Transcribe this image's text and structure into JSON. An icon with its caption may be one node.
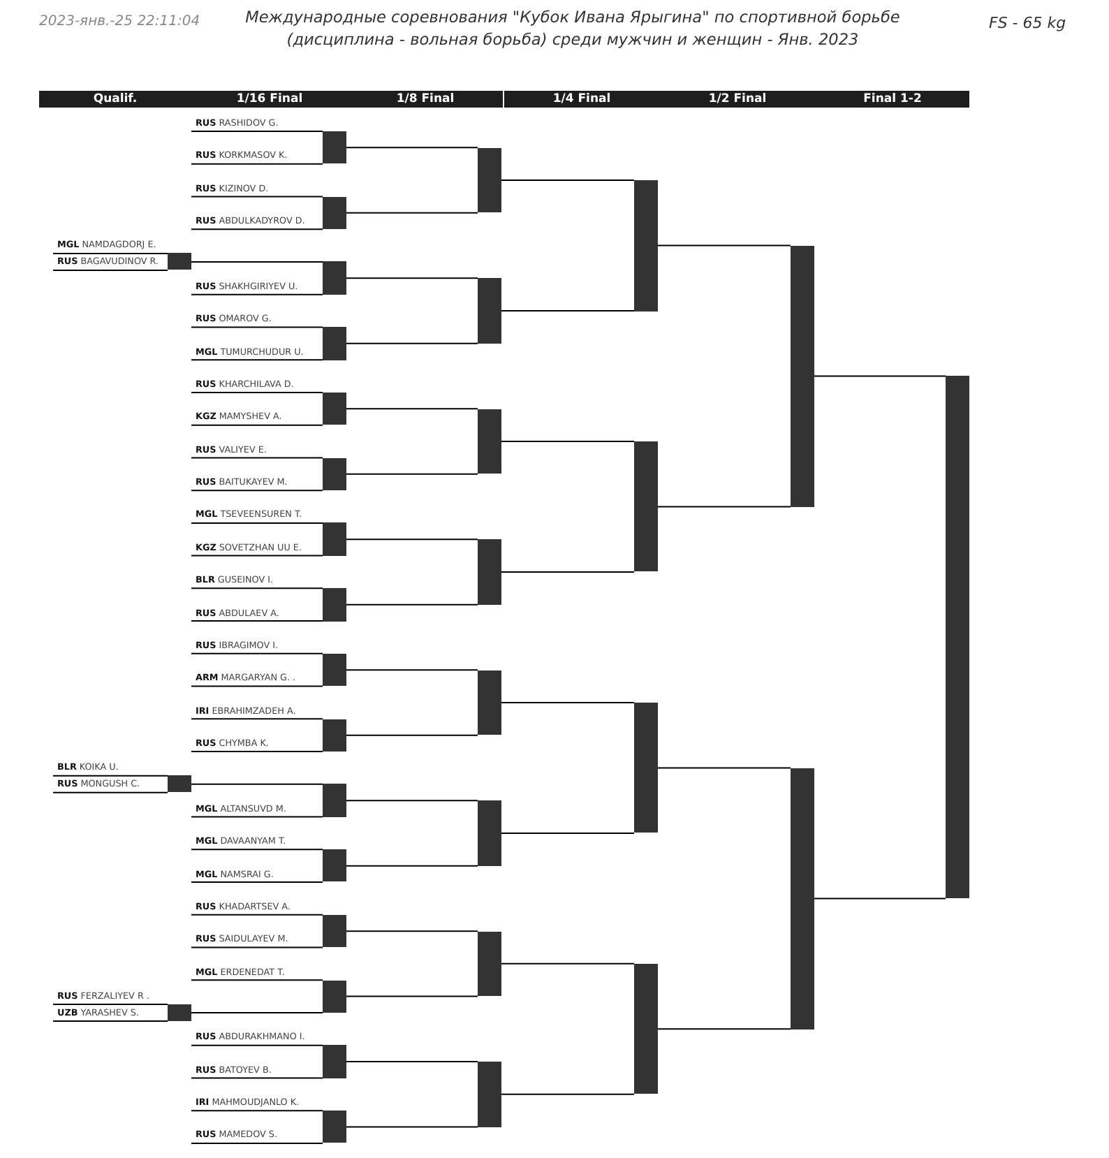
{
  "diagram": {
    "title": "Международные соревнования \"Кубок Ивана Ярыгина\" по спортивной борьбе (дисциплина - вольная борьба) среди мужчин и женщин - Янв. 2023",
    "labels": [
      "2023-янв.-25 22:11:04",
      "FS - 65 kg",
      "Qualif.",
      "1/16 Final",
      "1/8 Final",
      "1/4 Final",
      "1/2 Final",
      "Final 1-2"
    ],
    "nodes": [
      {
        "text": [
          "**RUS** RASHIDOV G."
        ]
      },
      {
        "text": [
          "**RUS** KORKMASOV K."
        ]
      },
      {
        "text": [
          "**RUS** KIZINOV D."
        ]
      },
      {
        "text": [
          "**RUS** ABDULKADYROV D."
        ]
      },
      {
        "text": [
          "**MGL** NAMDAGDORJ E."
        ]
      },
      {
        "text": [
          "**RUS** BAGAVUDINOV R."
        ]
      },
      {
        "text": [
          "**RUS** SHAKHGIRIYEV U."
        ]
      },
      {
        "text": [
          "**RUS** OMAROV G."
        ]
      },
      {
        "text": [
          "**MGL** TUMURCHUDUR U."
        ]
      },
      {
        "text": [
          "**RUS** KHARCHILAVA D."
        ]
      },
      {
        "text": [
          "**KGZ** MAMYSHEV A."
        ]
      },
      {
        "text": [
          "**RUS** VALIYEV E."
        ]
      },
      {
        "text": [
          "**RUS** BAITUKAYEV M."
        ]
      },
      {
        "text": [
          "**MGL** TSEVEENSUREN T."
        ]
      },
      {
        "text": [
          "**KGZ** SOVETZHAN UU E."
        ]
      },
      {
        "text": [
          "**BLR** GUSEINOV I."
        ]
      },
      {
        "text": [
          "**RUS** ABDULAEV A."
        ]
      },
      {
        "text": [
          "**RUS** IBRAGIMOV I."
        ]
      },
      {
        "text": [
          "**ARM** MARGARYAN G. ."
        ]
      },
      {
        "text": [
          "**IRI** EBRAHIMZADEH A."
        ]
      },
      {
        "text": [
          "**RUS** CHYMBA K."
        ]
      },
      {
        "text": [
          "**BLR** KOIKA U."
        ]
      },
      {
        "text": [
          "**RUS** MONGUSH C."
        ]
      },
      {
        "text": [
          "**MGL** ALTANSUVD M."
        ]
      },
      {
        "text": [
          "**MGL** DAVAANYAM T."
        ]
      },
      {
        "text": [
          "**MGL** NAMSRAI G."
        ]
      },
      {
        "text": [
          "**RUS** KHADARTSEV A."
        ]
      },
      {
        "text": [
          "**RUS** SAIDULAYEV M."
        ]
      },
      {
        "text": [
          "**MGL** ERDENEDAT T."
        ]
      },
      {
        "text": [
          "**RUS** FERZALIYEV R ."
        ]
      },
      {
        "text": [
          "**UZB** YARASHEV S."
        ]
      },
      {
        "text": [
          "**RUS** ABDURAKHMANO I."
        ]
      },
      {
        "text": [
          "**RUS** BATOYEV B."
        ]
      },
      {
        "text": [
          "**IRI** MAHMOUDJANLO K."
        ]
      },
      {
        "text": [
          "**RUS** MAMEDOV S."
        ]
      },
      {
        "text": [],
        "shape": "bar"
      },
      {
        "text": [],
        "shape": "bar"
      },
      {
        "text": [],
        "shape": "bar"
      },
      {
        "text": [],
        "shape": "bar"
      },
      {
        "text": [],
        "shape": "bar"
      },
      {
        "text": [],
        "shape": "bar"
      },
      {
        "text": [],
        "shape": "bar"
      },
      {
        "text": [],
        "shape": "bar"
      },
      {
        "text": [],
        "shape": "bar"
      },
      {
        "text": [],
        "shape": "bar"
      },
      {
        "text": [],
        "shape": "bar"
      },
      {
        "text": [],
        "shape": "bar"
      },
      {
        "text": [],
        "shape": "bar"
      },
      {
        "text": [],
        "shape": "bar"
      },
      {
        "text": [],
        "shape": "bar"
      },
      {
        "text": [],
        "shape": "bar"
      },
      {
        "text": [],
        "shape": "bar"
      },
      {
        "text": [],
        "shape": "bar"
      },
      {
        "text": [],
        "shape": "bar"
      },
      {
        "text": [],
        "shape": "bar"
      },
      {
        "text": [],
        "shape": "bar"
      },
      {
        "text": [],
        "shape": "bar"
      },
      {
        "text": [],
        "shape": "bar"
      },
      {
        "text": [],
        "shape": "bar"
      },
      {
        "text": [],
        "shape": "bar"
      },
      {
        "text": [],
        "shape": "bar"
      },
      {
        "text": [],
        "shape": "bar"
      },
      {
        "text": [],
        "shape": "bar"
      },
      {
        "text": [],
        "shape": "bar"
      },
      {
        "text": [],
        "shape": "bar"
      },
      {
        "text": [],
        "shape": "bar"
      },
      {
        "text": [],
        "shape": "bar"
      },
      {
        "text": [],
        "shape": "bar"
      },
      {
        "text": [],
        "shape": "bar"
      }
    ],
    "edges": [
      {
        "from": 4,
        "to": 35,
        "arrow": "none"
      },
      {
        "from": 5,
        "to": 35,
        "arrow": "none"
      },
      {
        "from": 21,
        "to": 36,
        "arrow": "none"
      },
      {
        "from": 22,
        "to": 36,
        "arrow": "none"
      },
      {
        "from": 29,
        "to": 37,
        "arrow": "none"
      },
      {
        "from": 30,
        "to": 37,
        "arrow": "none"
      },
      {
        "from": 0,
        "to": 38,
        "arrow": "none"
      },
      {
        "from": 1,
        "to": 38,
        "arrow": "none"
      },
      {
        "from": 2,
        "to": 39,
        "arrow": "none"
      },
      {
        "from": 3,
        "to": 39,
        "arrow": "none"
      },
      {
        "from": 35,
        "to": 40,
        "arrow": "none"
      },
      {
        "from": 6,
        "to": 40,
        "arrow": "none"
      },
      {
        "from": 7,
        "to": 41,
        "arrow": "none"
      },
      {
        "from": 8,
        "to": 41,
        "arrow": "none"
      },
      {
        "from": 9,
        "to": 42,
        "arrow": "none"
      },
      {
        "from": 10,
        "to": 42,
        "arrow": "none"
      },
      {
        "from": 11,
        "to": 43,
        "arrow": "none"
      },
      {
        "from": 12,
        "to": 43,
        "arrow": "none"
      },
      {
        "from": 13,
        "to": 44,
        "arrow": "none"
      },
      {
        "from": 14,
        "to": 44,
        "arrow": "none"
      },
      {
        "from": 15,
        "to": 45,
        "arrow": "none"
      },
      {
        "from": 16,
        "to": 45,
        "arrow": "none"
      },
      {
        "from": 17,
        "to": 46,
        "arrow": "none"
      },
      {
        "from": 18,
        "to": 46,
        "arrow": "none"
      },
      {
        "from": 19,
        "to": 47,
        "arrow": "none"
      },
      {
        "from": 20,
        "to": 47,
        "arrow": "none"
      },
      {
        "from": 36,
        "to": 48,
        "arrow": "none"
      },
      {
        "from": 23,
        "to": 48,
        "arrow": "none"
      },
      {
        "from": 24,
        "to": 49,
        "arrow": "none"
      },
      {
        "from": 25,
        "to": 49,
        "arrow": "none"
      },
      {
        "from": 26,
        "to": 50,
        "arrow": "none"
      },
      {
        "from": 27,
        "to": 50,
        "arrow": "none"
      },
      {
        "from": 28,
        "to": 51,
        "arrow": "none"
      },
      {
        "from": 37,
        "to": 51,
        "arrow": "none"
      },
      {
        "from": 31,
        "to": 52,
        "arrow": "none"
      },
      {
        "from": 32,
        "to": 52,
        "arrow": "none"
      },
      {
        "from": 33,
        "to": 53,
        "arrow": "none"
      },
      {
        "from": 34,
        "to": 53,
        "arrow": "none"
      },
      {
        "from": 38,
        "to": 54,
        "arrow": "none"
      },
      {
        "from": 39,
        "to": 54,
        "arrow": "none"
      },
      {
        "from": 40,
        "to": 55,
        "arrow": "none"
      },
      {
        "from": 41,
        "to": 55,
        "arrow": "none"
      },
      {
        "from": 42,
        "to": 56,
        "arrow": "none"
      },
      {
        "from": 43,
        "to": 56,
        "arrow": "none"
      },
      {
        "from": 44,
        "to": 57,
        "arrow": "none"
      },
      {
        "from": 45,
        "to": 57,
        "arrow": "none"
      },
      {
        "from": 46,
        "to": 58,
        "arrow": "none"
      },
      {
        "from": 47,
        "to": 58,
        "arrow": "none"
      },
      {
        "from": 48,
        "to": 59,
        "arrow": "none"
      },
      {
        "from": 49,
        "to": 59,
        "arrow": "none"
      },
      {
        "from": 50,
        "to": 60,
        "arrow": "none"
      },
      {
        "from": 51,
        "to": 60,
        "arrow": "none"
      },
      {
        "from": 52,
        "to": 61,
        "arrow": "none"
      },
      {
        "from": 53,
        "to": 61,
        "arrow": "none"
      },
      {
        "from": 54,
        "to": 62,
        "arrow": "none"
      },
      {
        "from": 55,
        "to": 62,
        "arrow": "none"
      },
      {
        "from": 56,
        "to": 63,
        "arrow": "none"
      },
      {
        "from": 57,
        "to": 63,
        "arrow": "none"
      },
      {
        "from": 58,
        "to": 64,
        "arrow": "none"
      },
      {
        "from": 59,
        "to": 64,
        "arrow": "none"
      },
      {
        "from": 60,
        "to": 65,
        "arrow": "none"
      },
      {
        "from": 61,
        "to": 65,
        "arrow": "none"
      },
      {
        "from": 62,
        "to": 66,
        "arrow": "none"
      },
      {
        "from": 63,
        "to": 66,
        "arrow": "none"
      },
      {
        "from": 64,
        "to": 67,
        "arrow": "none"
      },
      {
        "from": 65,
        "to": 67,
        "arrow": "none"
      },
      {
        "from": 66,
        "to": 68,
        "arrow": "none"
      },
      {
        "from": 67,
        "to": 68,
        "arrow": "none"
      }
    ]
  }
}
